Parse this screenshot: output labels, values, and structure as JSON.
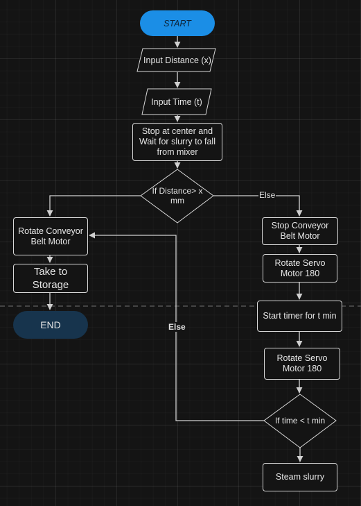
{
  "colors": {
    "background": "#141414",
    "line": "#d0d0d0",
    "start_fill": "#1b8ee6",
    "end_fill": "#17344d"
  },
  "flowchart": {
    "start": "START",
    "input_distance": "Input Distance (x)",
    "input_time": "Input Time (t)",
    "stop_center": "Stop at center and Wait for slurry to fall from mixer",
    "decision_distance": "If Distance> x mm",
    "rotate_conveyor": "Rotate Conveyor Belt Motor",
    "take_storage": "Take to Storage",
    "end": "END",
    "stop_conveyor": "Stop Conveyor Belt Motor",
    "rotate_servo_1": "Rotate Servo Motor 180",
    "start_timer": "Start timer for t min",
    "rotate_servo_2": "Rotate Servo Motor 180",
    "decision_time": "If time < t min",
    "steam_slurry": "Steam slurry",
    "else_right": "Else",
    "else_loop": "Else"
  }
}
